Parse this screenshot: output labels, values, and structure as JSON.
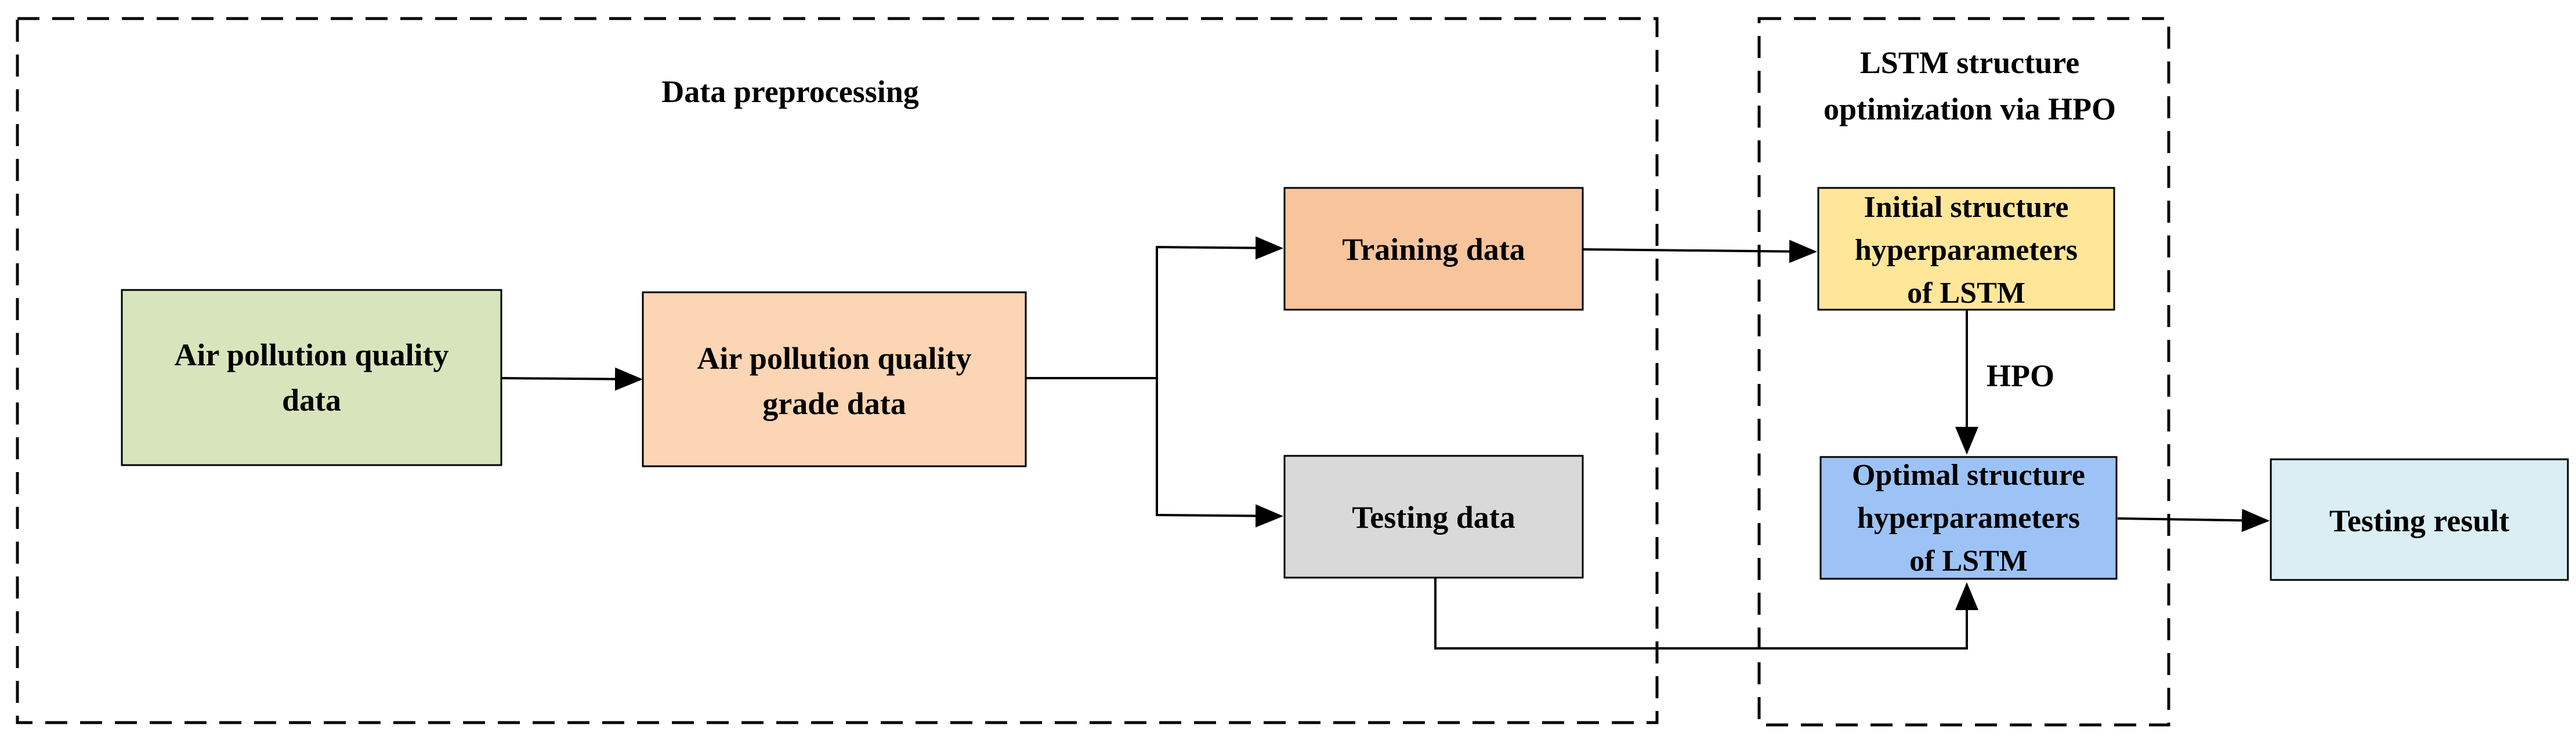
{
  "groups": {
    "preprocessing": {
      "title": "Data preprocessing"
    },
    "optimization": {
      "title_line1": "LSTM structure",
      "title_line2": "optimization via HPO"
    }
  },
  "nodes": {
    "air_quality": {
      "line1": "Air pollution quality",
      "line2": "data",
      "fill": "#d8e4bc"
    },
    "grade": {
      "line1": "Air pollution quality",
      "line2": "grade data",
      "fill": "#fcd5b4"
    },
    "training": {
      "label": "Training data",
      "fill": "#f8c49c"
    },
    "testing": {
      "label": "Testing data",
      "fill": "#d9d9d9"
    },
    "initial": {
      "line1": "Initial structure",
      "line2": "hyperparameters",
      "line3": "of LSTM",
      "fill": "#ffe699"
    },
    "optimal": {
      "line1": "Optimal structure",
      "line2": "hyperparameters",
      "line3": "of LSTM",
      "fill": "#9dc3f6"
    },
    "result": {
      "label": "Testing result",
      "fill": "#daeef3"
    }
  },
  "edges": {
    "hpo": {
      "label": "HPO"
    }
  }
}
